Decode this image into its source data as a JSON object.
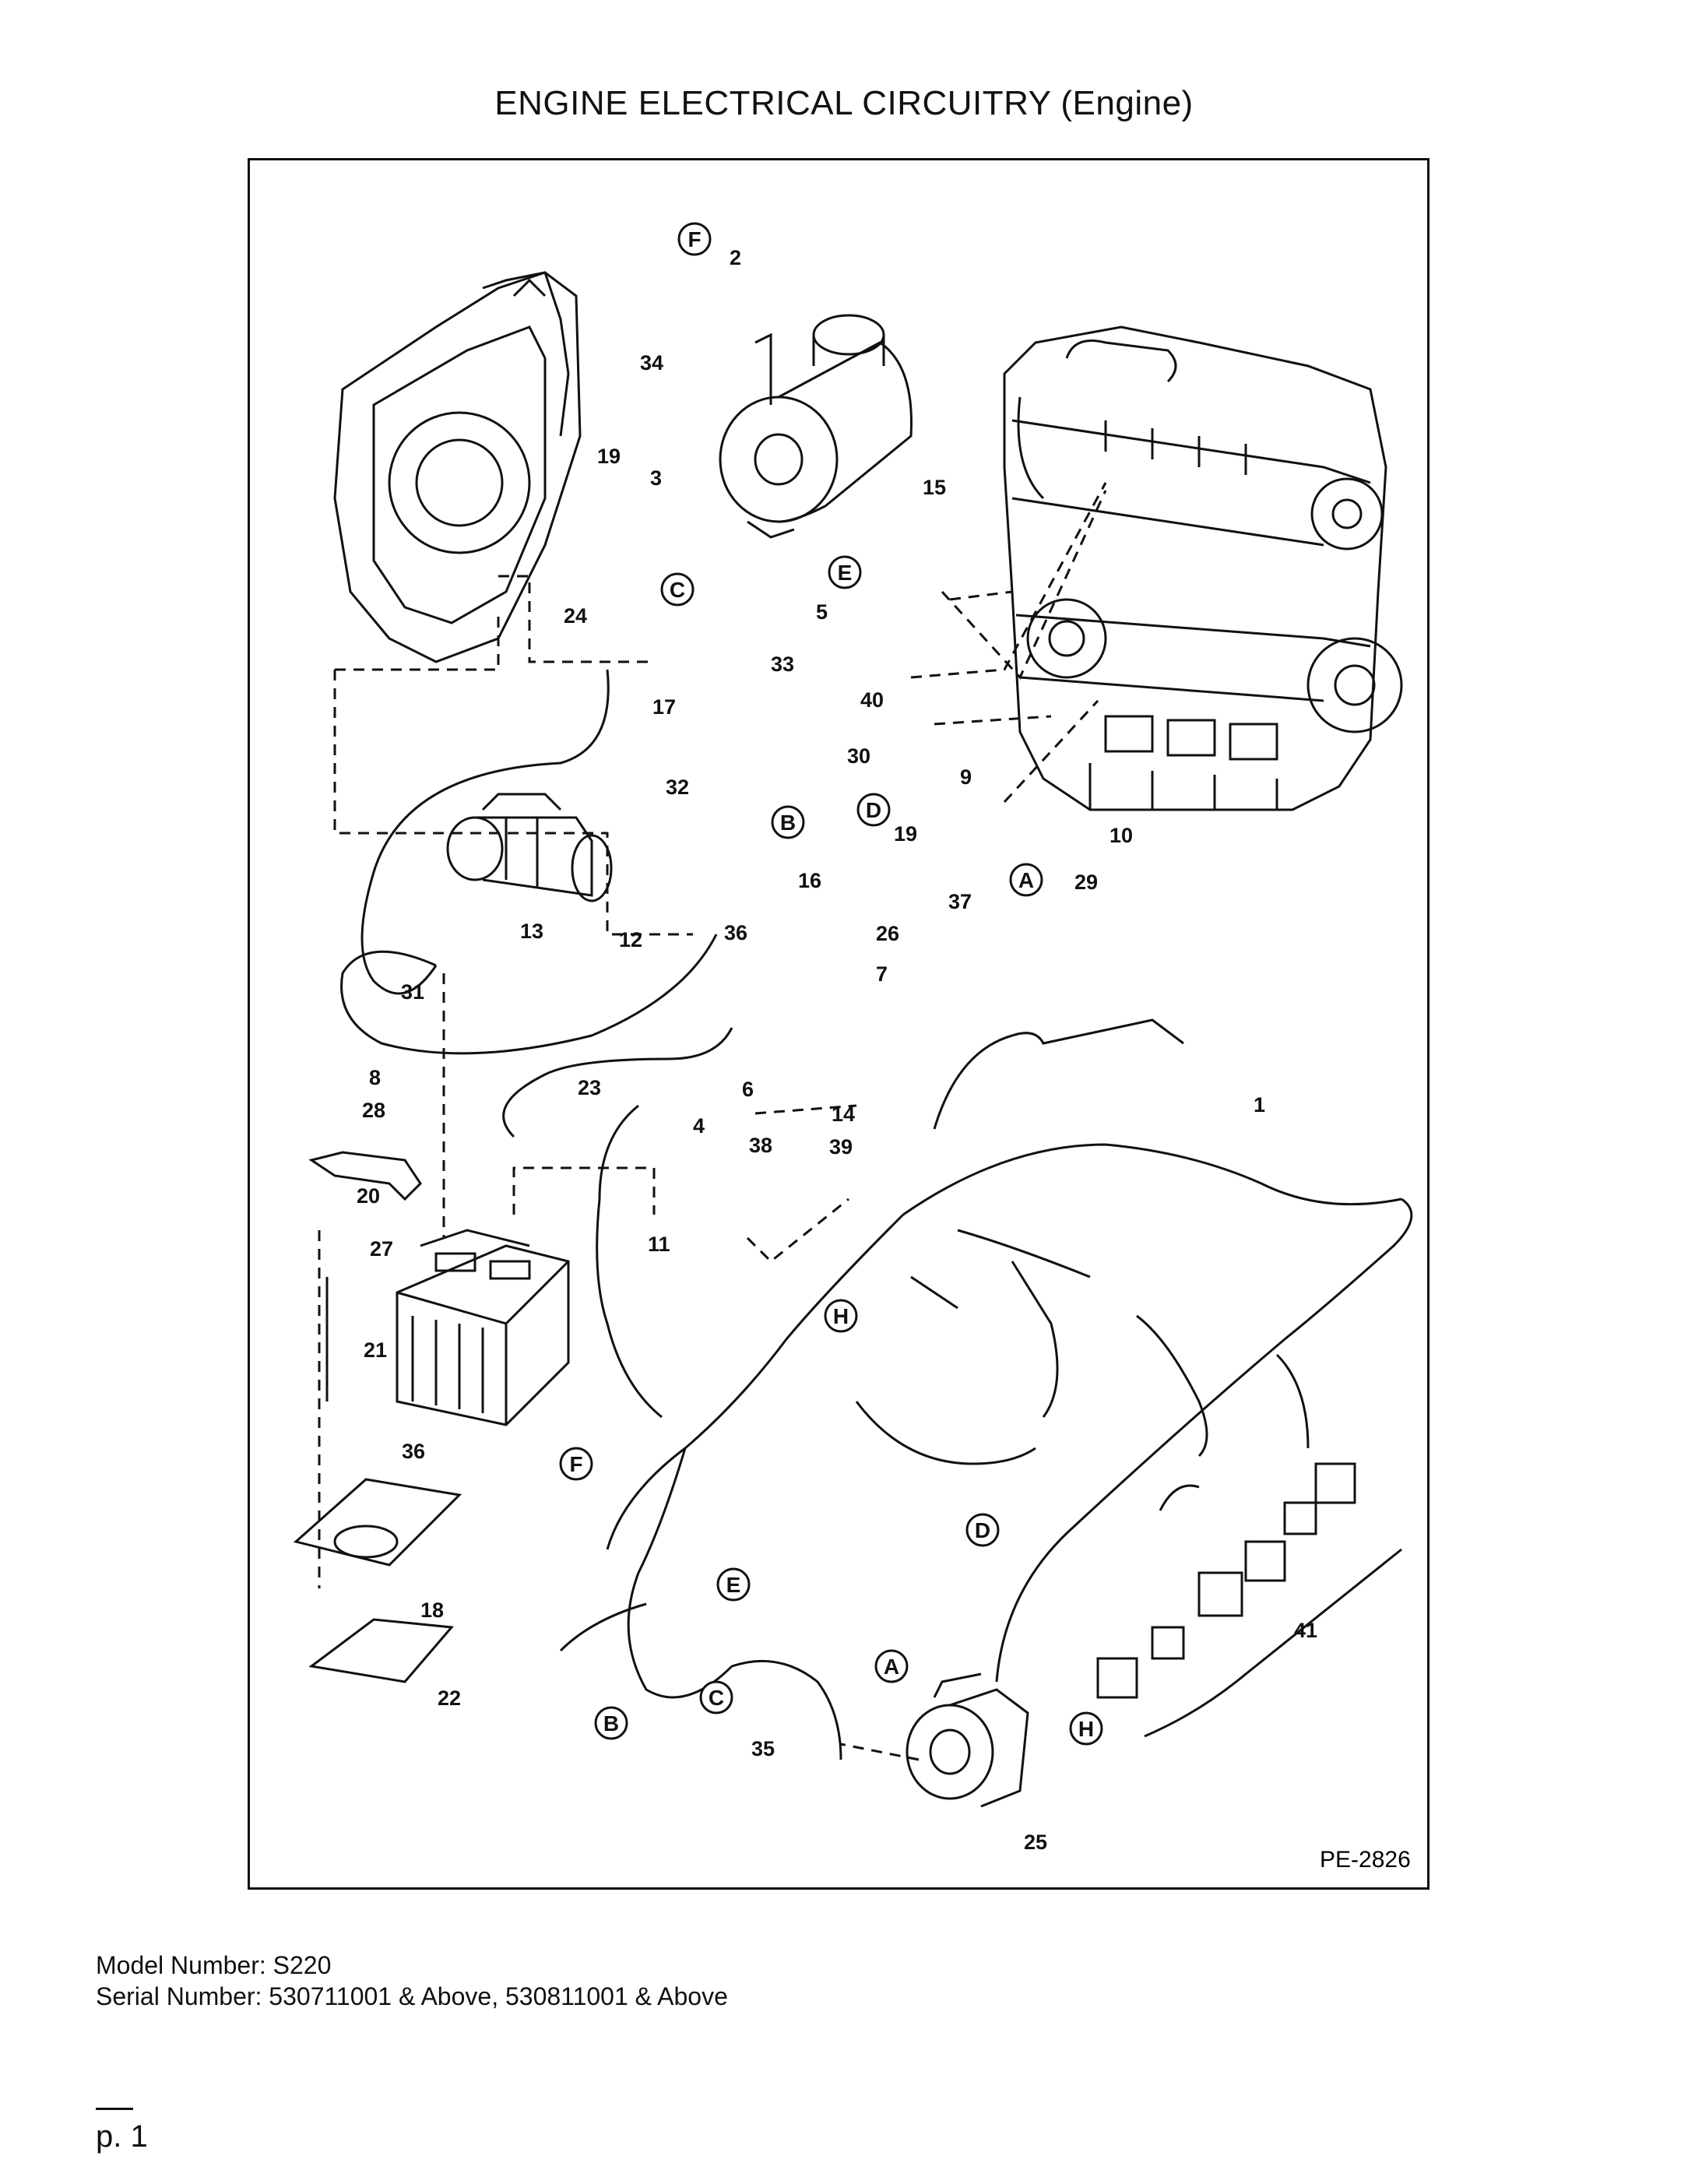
{
  "title": "ENGINE ELECTRICAL CIRCUITRY (Engine)",
  "figure_code": "PE-2826",
  "footer": {
    "model": "Model Number: S220",
    "serial": "Serial Number: 530711001 & Above, 530811001 & Above",
    "page": "p. 1"
  },
  "callouts": [
    "1",
    "2",
    "3",
    "4",
    "5",
    "6",
    "7",
    "8",
    "9",
    "10",
    "11",
    "12",
    "13",
    "14",
    "15",
    "16",
    "17",
    "18",
    "19",
    "19",
    "20",
    "21",
    "22",
    "23",
    "24",
    "25",
    "26",
    "27",
    "28",
    "29",
    "30",
    "31",
    "32",
    "33",
    "34",
    "35",
    "36",
    "36",
    "37",
    "38",
    "39",
    "40",
    "41"
  ],
  "connector_letters": [
    "A",
    "A",
    "B",
    "B",
    "C",
    "C",
    "D",
    "D",
    "E",
    "E",
    "F",
    "F",
    "H",
    "H"
  ]
}
